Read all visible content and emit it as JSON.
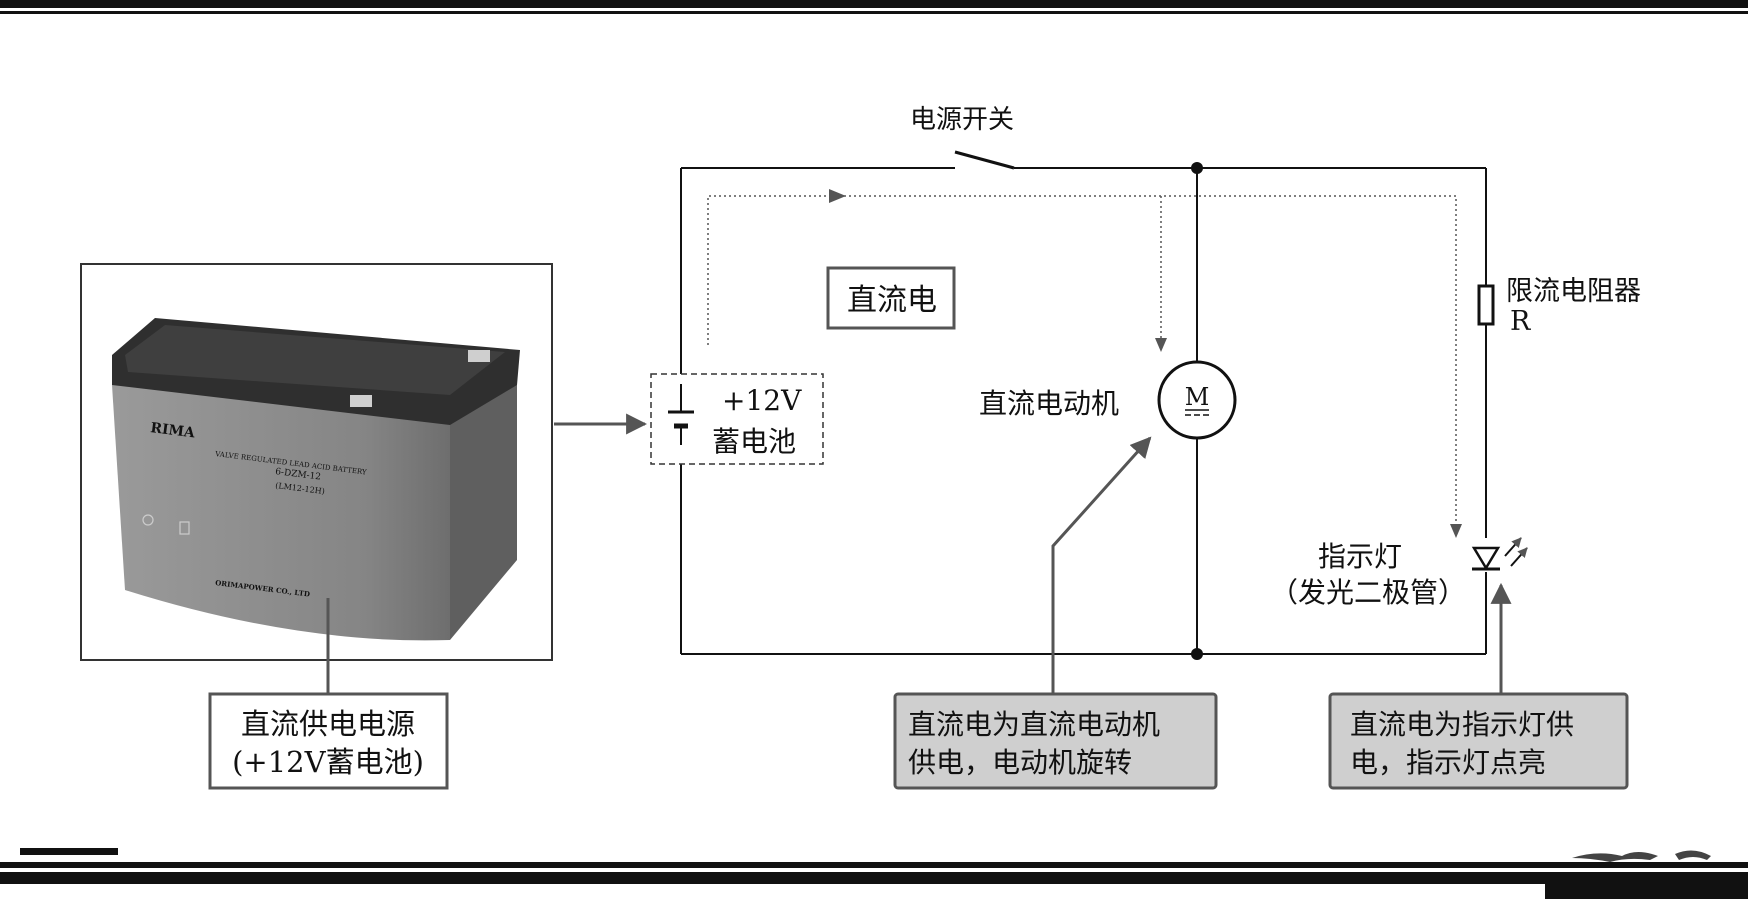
{
  "labels": {
    "switch": "电源开关",
    "dc_box": "直流电",
    "battery_voltage": "+12V",
    "battery_name": "蓄电池",
    "motor_label": "直流电动机",
    "motor_symbol": "M",
    "resistor_name": "限流电阻器",
    "resistor_symbol": "R",
    "led_line1": "指示灯",
    "led_line2": "（发光二极管）"
  },
  "photo": {
    "brand": "RIMA",
    "model_line1": "VALVE REGULATED LEAD ACID BATTERY",
    "model_line2": "6-DZM-12",
    "model_line3": "(LM12-12H)",
    "maker": "ORIMAPOWER CO., LTD"
  },
  "callouts": {
    "power_source_line1": "直流供电电源",
    "power_source_line2": "(+12V蓄电池)",
    "motor_note_line1": "直流电为直流电动机",
    "motor_note_line2": "供电，电动机旋转",
    "led_note_line1": "直流电为指示灯供",
    "led_note_line2": "电，指示灯点亮"
  },
  "colors": {
    "line": "#111111",
    "flow_arrow": "#555555",
    "callout_fill": "#cfcfcf",
    "callout_border": "#555555",
    "battery_body": "#8a8a8a",
    "battery_top": "#3a3a3a"
  }
}
